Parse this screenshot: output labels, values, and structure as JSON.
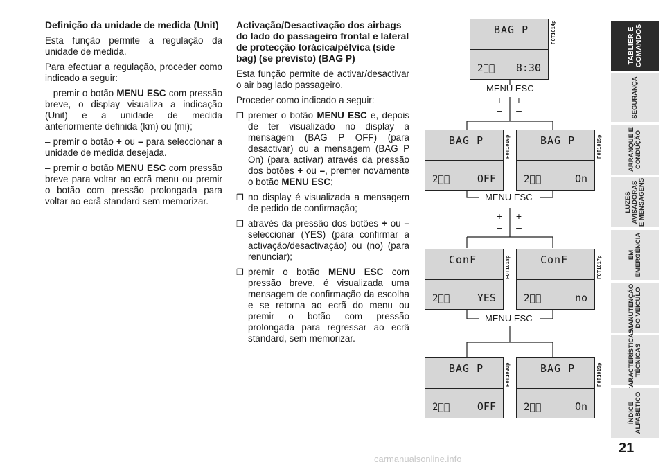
{
  "col1": {
    "heading": "Definição da unidade de medida (Unit)",
    "p1": "Esta função permite a regulação da unidade de medida.",
    "p2": "Para efectuar a regulação, proceder como indicado a seguir:",
    "p3_a": "– premir o botão ",
    "p3_k": "MENU ESC",
    "p3_b": " com pressão breve, o display visualiza a indicação (Unit) e a unidade de medida anteriormente definida (km) ou (mi);",
    "p4_a": "– premir o botão ",
    "p4_k1": "+",
    "p4_b": " ou ",
    "p4_k2": "–",
    "p4_c": " para seleccionar a unidade de medida desejada.",
    "p5_a": "– premir o botão ",
    "p5_k": "MENU ESC",
    "p5_b": " com pressão breve para voltar ao ecrã menu ou premir o botão com pressão prolongada para voltar ao ecrã standard sem memorizar."
  },
  "col2": {
    "heading": "Activação/Desactivação dos airbags do lado do passageiro frontal e lateral de protecção torácica/pélvica (side bag) (se previsto) (BAG P)",
    "p1": "Esta função permite de activar/desactivar o air bag lado passageiro.",
    "p2": "Proceder como indicado a seguir:",
    "bullet": "❒",
    "b1_a": "premer o botão ",
    "b1_k1": "MENU ESC",
    "b1_b": " e, depois de ter visualizado no display a mensagem (BAG P OFF) (para desactivar) ou a mensagem (BAG P On) (para activar) através da pressão dos botões ",
    "b1_k2": "+",
    "b1_c": " ou ",
    "b1_k3": "–",
    "b1_d": ", premer novamente o botão ",
    "b1_k4": "MENU ESC",
    "b1_e": ";",
    "b2": "no display é visualizada a mensagem de pedido de confirmação;",
    "b3_a": "através da pressão dos botões ",
    "b3_k1": "+",
    "b3_b": " ou ",
    "b3_k2": "–",
    "b3_c": " seleccionar (YES) (para confirmar a activação/desactivação) ou (no) (para renunciar);",
    "b4_a": "premir o botão ",
    "b4_k": "MENU ESC",
    "b4_b": " com pressão breve, é visualizada uma mensagem de confirmação da escolha e se retorna ao ecrã do menu ou premir o botão com pressão prolongada para regressar ao ecrã standard, sem memorizar."
  },
  "diagram": {
    "menu_label": "MENU ESC",
    "plus": "+",
    "minus": "–",
    "seat_icon": "2⁄⃝",
    "displays": {
      "d1": {
        "top": "BAG P",
        "bottom": "8:30",
        "code": "F0T1014p"
      },
      "d2": {
        "top": "BAG P",
        "bottom": "OFF",
        "code": "F0T1016p"
      },
      "d3": {
        "top": "BAG P",
        "bottom": "On",
        "code": "F0T1015p"
      },
      "d4": {
        "top": "ConF",
        "bottom": "YES",
        "code": "F0T1018p"
      },
      "d5": {
        "top": "ConF",
        "bottom": "no",
        "code": "F0T1017p"
      },
      "d6": {
        "top": "BAG P",
        "bottom": "OFF",
        "code": "F0T1020p"
      },
      "d7": {
        "top": "BAG P",
        "bottom": "On",
        "code": "F0T1019p"
      }
    }
  },
  "tabs": [
    "TABLIER E\nCOMANDOS",
    "SEGURANÇA",
    "ARRANQUE E\nCONDUÇÃO",
    "LUZES\nAVISADORAS\nE MENSAGENS",
    "EM\nEMERGÊNCIA",
    "MANUTENÇÃO\nDO VEÍCULO",
    "CARACTERÍSTICAS\nTÉCNICAS",
    "ÍNDICE\nALFABÉTICO"
  ],
  "page_number": "21",
  "watermark": "carmanualsonline.info"
}
